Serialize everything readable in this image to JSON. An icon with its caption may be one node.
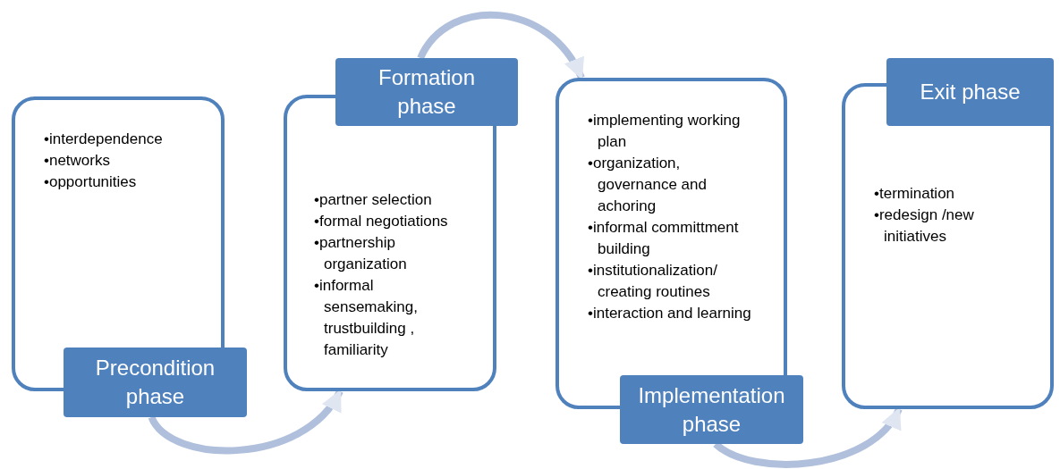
{
  "diagram": {
    "nodes": [
      {
        "text": [
          "•interdependence",
          "•networks",
          "•opportunities"
        ]
      },
      {
        "text": [
          "Precondition phase"
        ]
      },
      {
        "text": [
          "•partner selection",
          "•formal negotiations",
          "•partnership organization",
          "•informal sensemaking, trustbuilding , familiarity"
        ]
      },
      {
        "text": [
          "Formation phase"
        ]
      },
      {
        "text": [
          "•implementing working plan",
          "•organization, governance and achoring",
          "•informal committment building",
          "•institutionalization/ creating routines",
          "•interaction and learning"
        ]
      },
      {
        "text": [
          "Implementation phase"
        ]
      },
      {
        "text": [
          "•termination",
          "•redesign /new initiatives"
        ]
      },
      {
        "text": [
          "Exit phase"
        ]
      }
    ],
    "edges": [
      {
        "from": 1,
        "to": 2,
        "arrow": "to"
      },
      {
        "from": 3,
        "to": 4,
        "arrow": "to"
      },
      {
        "from": 5,
        "to": 6,
        "arrow": "to"
      }
    ]
  }
}
